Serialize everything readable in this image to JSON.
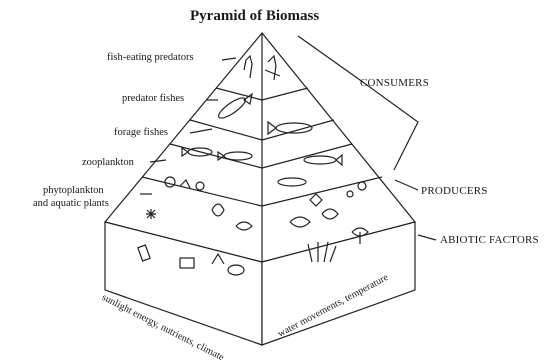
{
  "title": "Pyramid of Biomass",
  "levels_left": [
    {
      "label": "fish-eating predators"
    },
    {
      "label": "predator fishes"
    },
    {
      "label": "forage fishes"
    },
    {
      "label": "zooplankton"
    },
    {
      "label": "phytoplankton"
    },
    {
      "label": "and aquatic plants"
    }
  ],
  "categories": {
    "consumers": "CONSUMERS",
    "producers": "PRODUCERS",
    "abiotic": "ABIOTIC FACTORS"
  },
  "base": {
    "left_face": "sunlight energy, nutrients, climate",
    "right_face": "water movements, temperature"
  }
}
